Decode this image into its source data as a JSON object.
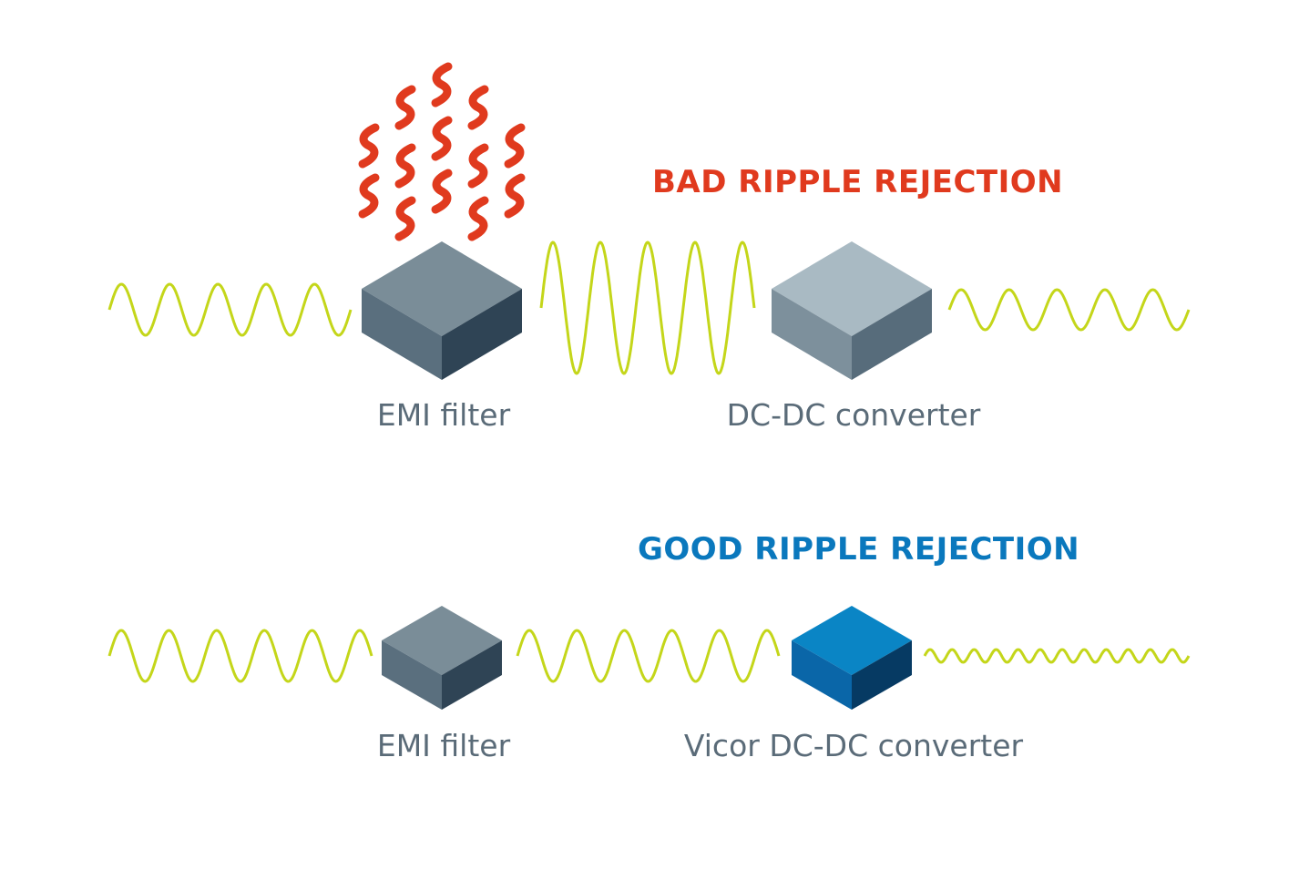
{
  "colors": {
    "wave": "#c4d61a",
    "heat": "#e03a1e",
    "bad_title": "#e03a1e",
    "good_title": "#0a78bd",
    "label": "#5a6b78",
    "filter_top": "#7a8d98",
    "filter_left": "#5a6f7e",
    "filter_right": "#2f4455",
    "converter_top": "#a9bac3",
    "converter_left": "#7d909c",
    "converter_right": "#576c7b",
    "vicor_top": "#0a85c5",
    "vicor_left": "#0a66a8",
    "vicor_right": "#063a63"
  },
  "bad": {
    "title": "BAD RIPPLE REJECTION",
    "emi_label": "EMI filter",
    "converter_label": "DC-DC converter",
    "icons": {
      "heat": "heat-waves-icon"
    }
  },
  "good": {
    "title": "GOOD RIPPLE REJECTION",
    "emi_label": "EMI filter",
    "converter_label": "Vicor DC-DC converter"
  }
}
